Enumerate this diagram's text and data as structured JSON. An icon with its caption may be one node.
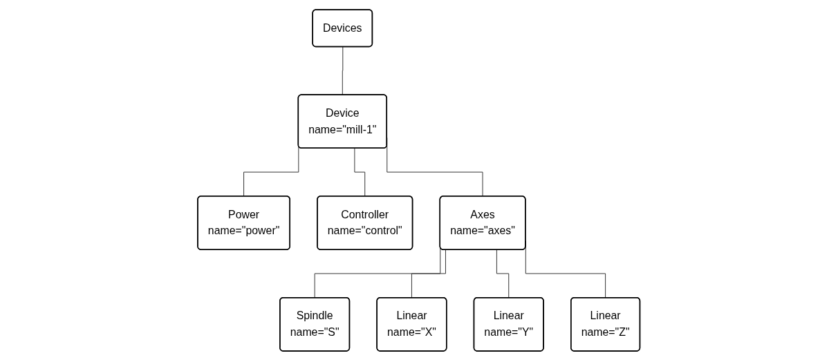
{
  "diagram": {
    "nodes": [
      {
        "text": [
          "Devices"
        ]
      },
      {
        "text": [
          "Device",
          "name=\"mill-1\""
        ]
      },
      {
        "text": [
          "Power",
          "name=\"power\""
        ]
      },
      {
        "text": [
          "Controller",
          "name=\"control\""
        ]
      },
      {
        "text": [
          "Axes",
          "name=\"axes\""
        ]
      },
      {
        "text": [
          "Spindle",
          "name=\"S\""
        ]
      },
      {
        "text": [
          "Linear",
          "name=\"X\""
        ]
      },
      {
        "text": [
          "Linear",
          "name=\"Y\""
        ]
      },
      {
        "text": [
          "Linear",
          "name=\"Z\""
        ]
      }
    ],
    "edges": [
      {
        "from": 0,
        "to": 1,
        "arrow": "none"
      },
      {
        "from": 1,
        "to": 2,
        "arrow": "none"
      },
      {
        "from": 1,
        "to": 3,
        "arrow": "none"
      },
      {
        "from": 1,
        "to": 4,
        "arrow": "none"
      },
      {
        "from": 4,
        "to": 5,
        "arrow": "none"
      },
      {
        "from": 4,
        "to": 6,
        "arrow": "none"
      },
      {
        "from": 4,
        "to": 7,
        "arrow": "none"
      },
      {
        "from": 4,
        "to": 8,
        "arrow": "none"
      }
    ]
  }
}
